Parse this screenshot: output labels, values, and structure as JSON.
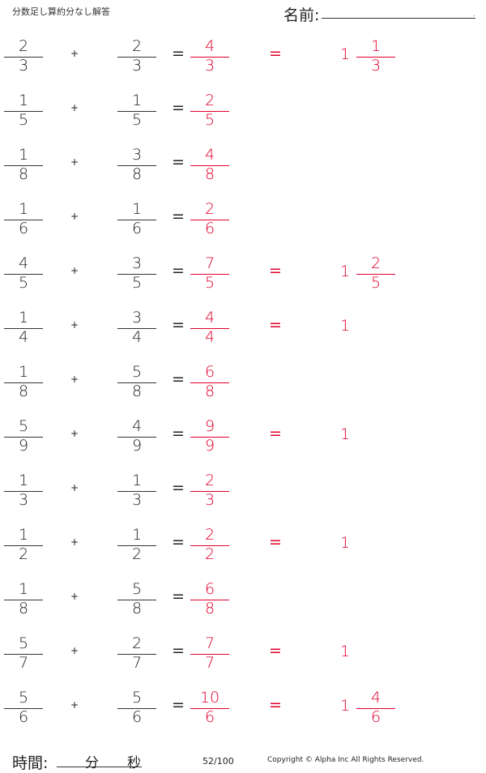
{
  "header": {
    "title": "分数足し算約分なし解答",
    "name_label": "名前:",
    "name_dot": "."
  },
  "problems": [
    {
      "a": [
        "2",
        "3"
      ],
      "b": [
        "2",
        "3"
      ],
      "sum": [
        "4",
        "3"
      ],
      "simplified": {
        "whole": "1",
        "num": "1",
        "den": "3"
      }
    },
    {
      "a": [
        "1",
        "5"
      ],
      "b": [
        "1",
        "5"
      ],
      "sum": [
        "2",
        "5"
      ],
      "simplified": null
    },
    {
      "a": [
        "1",
        "8"
      ],
      "b": [
        "3",
        "8"
      ],
      "sum": [
        "4",
        "8"
      ],
      "simplified": null
    },
    {
      "a": [
        "1",
        "6"
      ],
      "b": [
        "1",
        "6"
      ],
      "sum": [
        "2",
        "6"
      ],
      "simplified": null
    },
    {
      "a": [
        "4",
        "5"
      ],
      "b": [
        "3",
        "5"
      ],
      "sum": [
        "7",
        "5"
      ],
      "simplified": {
        "whole": "1",
        "num": "2",
        "den": "5"
      }
    },
    {
      "a": [
        "1",
        "4"
      ],
      "b": [
        "3",
        "4"
      ],
      "sum": [
        "4",
        "4"
      ],
      "simplified": {
        "whole": "1"
      }
    },
    {
      "a": [
        "1",
        "8"
      ],
      "b": [
        "5",
        "8"
      ],
      "sum": [
        "6",
        "8"
      ],
      "simplified": null
    },
    {
      "a": [
        "5",
        "9"
      ],
      "b": [
        "4",
        "9"
      ],
      "sum": [
        "9",
        "9"
      ],
      "simplified": {
        "whole": "1"
      }
    },
    {
      "a": [
        "1",
        "3"
      ],
      "b": [
        "1",
        "3"
      ],
      "sum": [
        "2",
        "3"
      ],
      "simplified": null
    },
    {
      "a": [
        "1",
        "2"
      ],
      "b": [
        "1",
        "2"
      ],
      "sum": [
        "2",
        "2"
      ],
      "simplified": {
        "whole": "1"
      }
    },
    {
      "a": [
        "1",
        "8"
      ],
      "b": [
        "5",
        "8"
      ],
      "sum": [
        "6",
        "8"
      ],
      "simplified": null
    },
    {
      "a": [
        "5",
        "7"
      ],
      "b": [
        "2",
        "7"
      ],
      "sum": [
        "7",
        "7"
      ],
      "simplified": {
        "whole": "1"
      }
    },
    {
      "a": [
        "5",
        "6"
      ],
      "b": [
        "5",
        "6"
      ],
      "sum": [
        "10",
        "6"
      ],
      "simplified": {
        "whole": "1",
        "num": "4",
        "den": "6"
      }
    }
  ],
  "symbols": {
    "plus": "+",
    "equals": "="
  },
  "colors": {
    "answer": "#e0002a",
    "ink": "#222222"
  },
  "footer": {
    "time_label": "時間:",
    "minutes_label": "分",
    "seconds_label": "秒",
    "page": "52/100",
    "copyright": "Copyright © Alpha Inc All Rights Reserved."
  }
}
